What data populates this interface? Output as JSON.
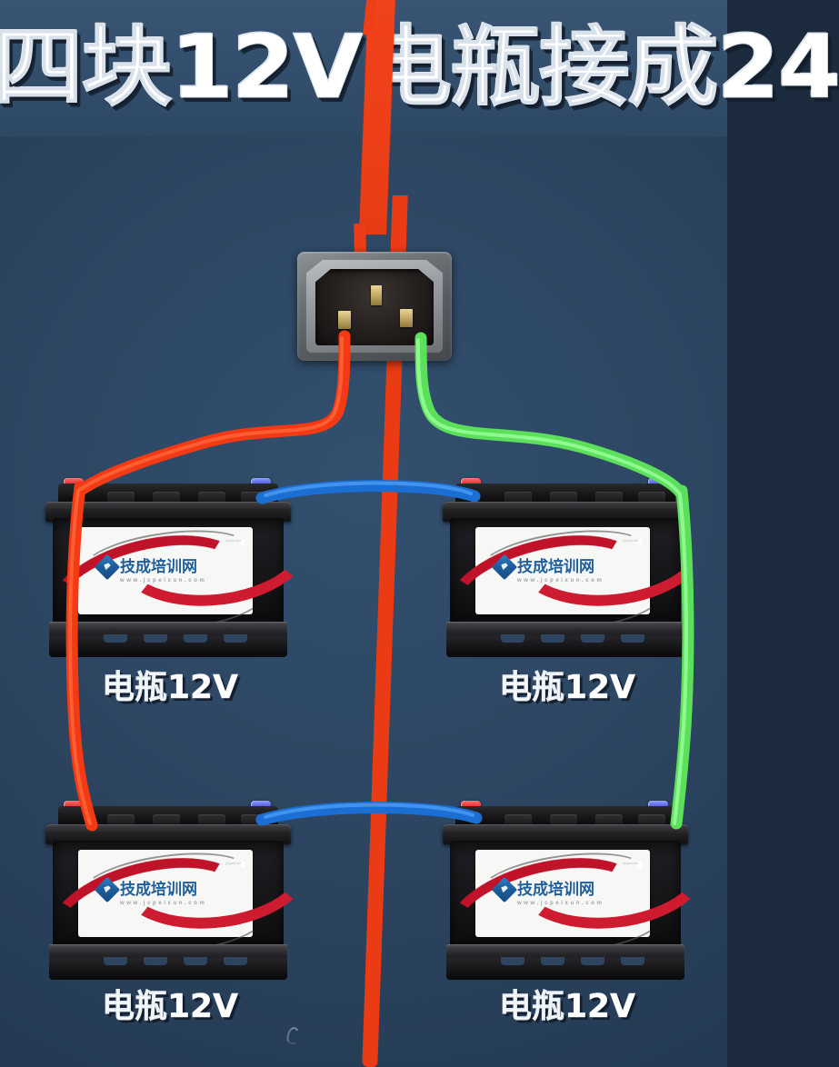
{
  "title": {
    "text": "四块12V电瓶接成24"
  },
  "colors": {
    "background": "#2c4460",
    "title_band": "#33506e",
    "marker_red": "#ee3f18",
    "wire_red": "#f33a14",
    "wire_green": "#5ce05c",
    "wire_blue": "#1b6fd4",
    "terminal_positive": "#e01a1a",
    "terminal_negative": "#2f3fd6",
    "battery_case": "#131316",
    "label_white": "#f7f7f5",
    "label_red": "#c0132a",
    "brand_blue": "#1f5f9b",
    "caption_white": "#ffffff"
  },
  "socket": {
    "name": "IEC C14 inlet socket",
    "pins": [
      {
        "id": "pin-top",
        "label": "earth"
      },
      {
        "id": "pin-left",
        "label": "line",
        "wire": "red"
      },
      {
        "id": "pin-right",
        "label": "neutral",
        "wire": "green"
      }
    ]
  },
  "batteries": [
    {
      "id": "battery-top-left",
      "caption": "电瓶12V",
      "voltage": "12V",
      "brand": "技成培训网",
      "url": "www.jcpeixun.com",
      "corner_url": "jcpeixun",
      "left_terminal": "positive",
      "right_terminal": "negative"
    },
    {
      "id": "battery-top-right",
      "caption": "电瓶12V",
      "voltage": "12V",
      "brand": "技成培训网",
      "url": "www.jcpeixun.com",
      "corner_url": "jcpeixun",
      "left_terminal": "positive",
      "right_terminal": "negative"
    },
    {
      "id": "battery-bottom-left",
      "caption": "电瓶12V",
      "voltage": "12V",
      "brand": "技成培训网",
      "url": "www.jcpeixun.com",
      "corner_url": "jcpeixun",
      "left_terminal": "positive",
      "right_terminal": "negative"
    },
    {
      "id": "battery-bottom-right",
      "caption": "电瓶12V",
      "voltage": "12V",
      "brand": "技成培训网",
      "url": "www.jcpeixun.com",
      "corner_url": "jcpeixun",
      "left_terminal": "positive",
      "right_terminal": "negative"
    }
  ],
  "wires": [
    {
      "id": "wire-red-main",
      "color": "#f33a14",
      "from": "socket-pin-left",
      "to": "battery-top-left-positive"
    },
    {
      "id": "wire-red-drop",
      "color": "#f33a14",
      "from": "battery-top-left-positive",
      "to": "battery-bottom-left-positive"
    },
    {
      "id": "wire-green-main",
      "color": "#5ce05c",
      "from": "socket-pin-right",
      "to": "battery-top-right-negative"
    },
    {
      "id": "wire-green-drop",
      "color": "#5ce05c",
      "from": "battery-top-right-negative",
      "to": "battery-bottom-right-negative"
    },
    {
      "id": "wire-blue-top",
      "color": "#1b6fd4",
      "from": "battery-top-left-negative",
      "to": "battery-top-right-positive"
    },
    {
      "id": "wire-blue-bottom",
      "color": "#1b6fd4",
      "from": "battery-bottom-left-negative",
      "to": "battery-bottom-right-positive"
    }
  ]
}
